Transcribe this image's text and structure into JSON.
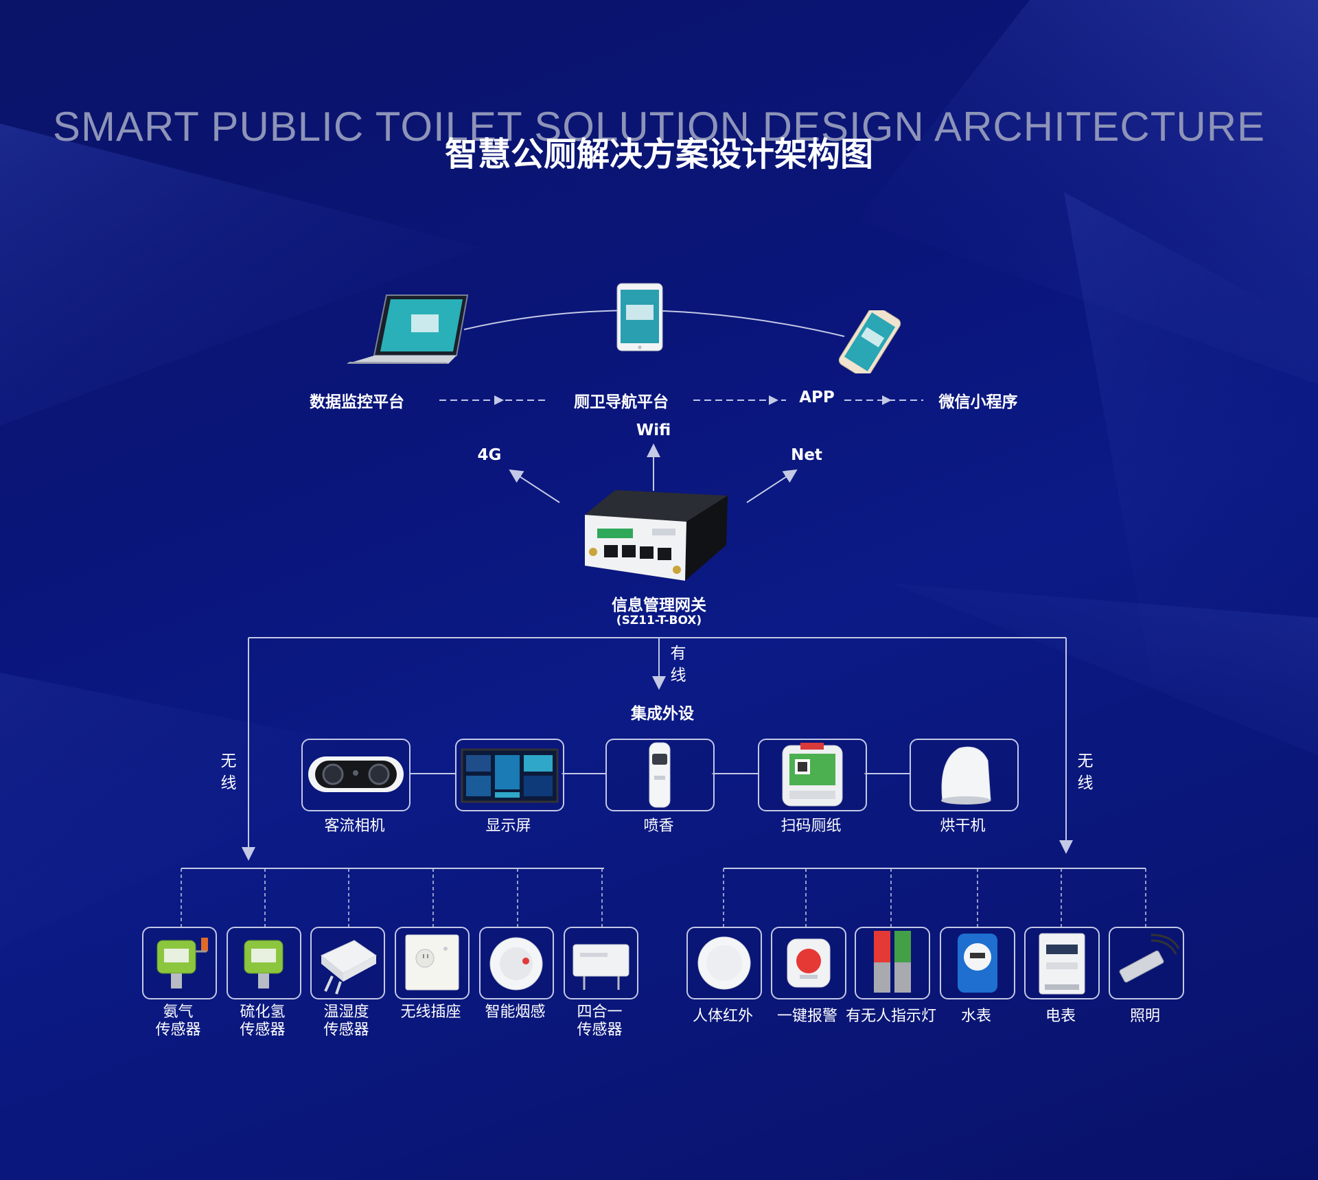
{
  "title": {
    "en": "SMART PUBLIC TOILET SOLUTION DESIGN ARCHITECTURE",
    "cn": "智慧公厕解决方案设计架构图"
  },
  "platforms": [
    {
      "label": "数据监控平台",
      "icon": "laptop-icon"
    },
    {
      "label": "厕卫导航平台",
      "icon": "tablet-icon"
    },
    {
      "label": "APP",
      "icon": "phone-icon"
    },
    {
      "label": "微信小程序",
      "icon": ""
    }
  ],
  "network": {
    "left": "4G",
    "center": "Wifi",
    "right": "Net"
  },
  "gateway": {
    "name": "信息管理网关",
    "model": "(SZ11-T-BOX)"
  },
  "wired_label": "有线",
  "wireless_label": "无线",
  "integrated": {
    "title": "集成外设",
    "items": [
      {
        "label": "客流相机",
        "icon": "camera-icon"
      },
      {
        "label": "显示屏",
        "icon": "display-icon"
      },
      {
        "label": "喷香",
        "icon": "air-freshener-icon"
      },
      {
        "label": "扫码厕纸",
        "icon": "paper-dispenser-icon"
      },
      {
        "label": "烘干机",
        "icon": "hand-dryer-icon"
      }
    ]
  },
  "left_sensors": [
    {
      "line1": "氨气",
      "line2": "传感器",
      "icon": "ammonia-sensor-icon"
    },
    {
      "line1": "硫化氢",
      "line2": "传感器",
      "icon": "h2s-sensor-icon"
    },
    {
      "line1": "温湿度",
      "line2": "传感器",
      "icon": "temp-humidity-sensor-icon"
    },
    {
      "line1": "无线插座",
      "line2": "",
      "icon": "socket-icon"
    },
    {
      "line1": "智能烟感",
      "line2": "",
      "icon": "smoke-detector-icon"
    },
    {
      "line1": "四合一",
      "line2": "传感器",
      "icon": "four-in-one-sensor-icon"
    }
  ],
  "right_devices": [
    {
      "label": "人体红外",
      "icon": "pir-sensor-icon"
    },
    {
      "label": "一键报警",
      "icon": "alarm-button-icon"
    },
    {
      "label": "有无人指示灯",
      "icon": "occupancy-light-icon"
    },
    {
      "label": "水表",
      "icon": "water-meter-icon"
    },
    {
      "label": "电表",
      "icon": "electric-meter-icon"
    },
    {
      "label": "照明",
      "icon": "lighting-icon"
    }
  ],
  "colors": {
    "background": "#0a157a",
    "line": "#c4c9e6",
    "title_en": "#8e94b8"
  }
}
